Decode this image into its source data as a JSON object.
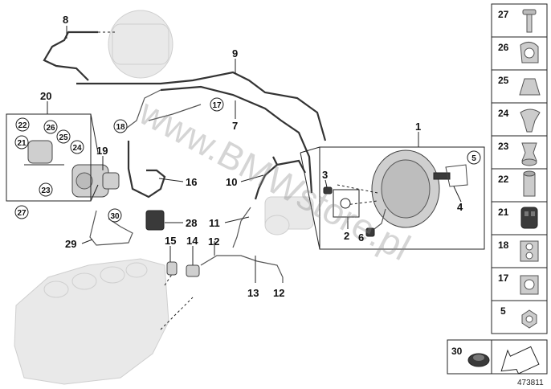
{
  "watermark": "www.BMWstore.pl",
  "reference_number": "473811",
  "callouts": {
    "c1": "1",
    "c2": "2",
    "c3": "3",
    "c4": "4",
    "c5": "5",
    "c6": "6",
    "c7": "7",
    "c8": "8",
    "c9": "9",
    "c10": "10",
    "c11": "11",
    "c12a": "12",
    "c12b": "12",
    "c13": "13",
    "c14": "14",
    "c15": "15",
    "c16": "16",
    "c17": "17",
    "c17r": "17",
    "c18": "18",
    "c19": "19",
    "c20": "20",
    "c21": "21",
    "c22": "22",
    "c23": "23",
    "c24": "24",
    "c25": "25",
    "c26": "26",
    "c27": "27",
    "c27b": "27",
    "c28": "28",
    "c29": "29",
    "c30": "30"
  },
  "parts_column": [
    {
      "label": "27",
      "icon": "screw-icon"
    },
    {
      "label": "26",
      "icon": "pipe-clip-icon"
    },
    {
      "label": "25",
      "icon": "clip-nut-icon"
    },
    {
      "label": "24",
      "icon": "expanding-clip-icon"
    },
    {
      "label": "23",
      "icon": "grommet-clip-icon"
    },
    {
      "label": "22",
      "icon": "sleeve-icon"
    },
    {
      "label": "21",
      "icon": "rubber-mount-icon"
    },
    {
      "label": "18",
      "icon": "double-clip-icon"
    },
    {
      "label": "17",
      "icon": "holder-clip-icon"
    },
    {
      "label": "5",
      "icon": "hex-nut-icon"
    }
  ],
  "bottom_box": {
    "label": "30",
    "icon": "seal-cap-icon",
    "arrow_icon": "direction-arrow-icon"
  }
}
